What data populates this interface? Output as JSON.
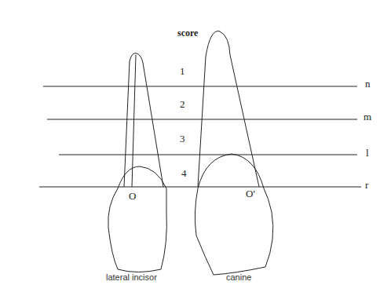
{
  "diagram": {
    "labels": [
      "score",
      "1",
      "2",
      "3",
      "4",
      "n",
      "m",
      "l",
      "r",
      "O",
      "O'",
      "lateral incisor",
      "canine"
    ]
  }
}
